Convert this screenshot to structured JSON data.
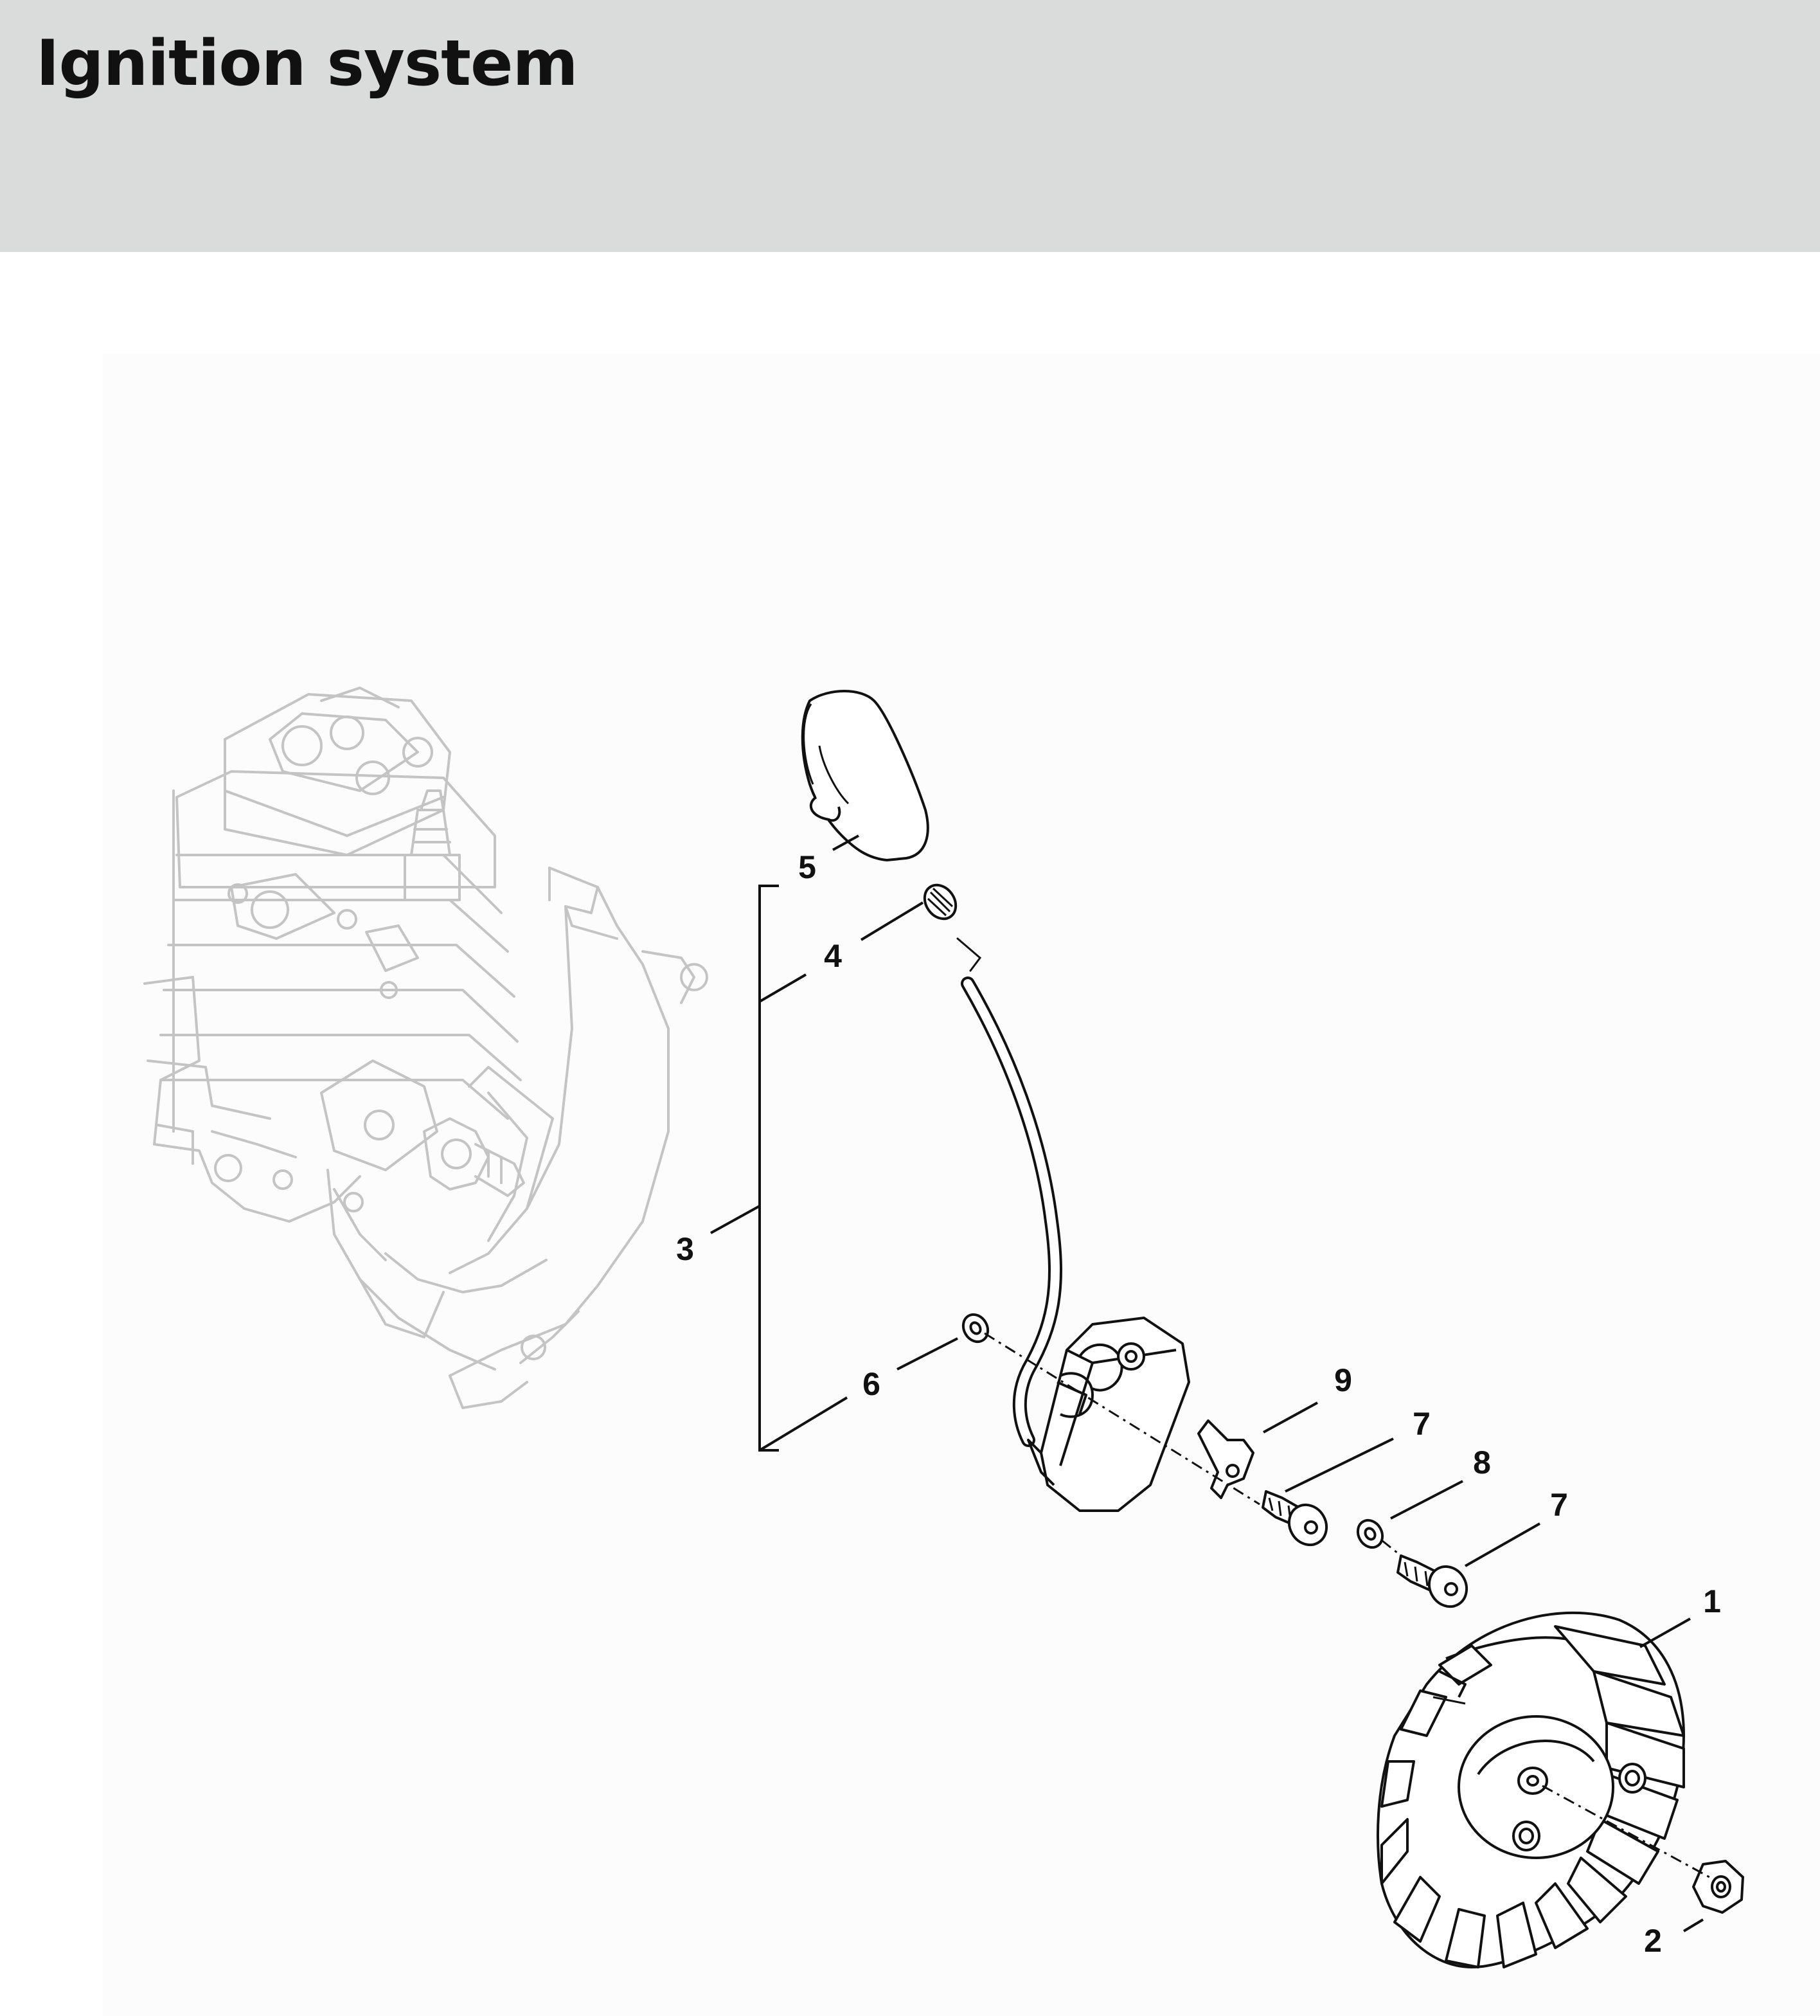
{
  "header": {
    "title": "Ignition system"
  },
  "diagram": {
    "background_color": "#fcfcfc",
    "header_color": "#dadcdb",
    "callouts": [
      {
        "id": "c1",
        "label": "1"
      },
      {
        "id": "c2",
        "label": "2"
      },
      {
        "id": "c3",
        "label": "3"
      },
      {
        "id": "c4",
        "label": "4"
      },
      {
        "id": "c5",
        "label": "5"
      },
      {
        "id": "c6",
        "label": "6"
      },
      {
        "id": "c7a",
        "label": "7"
      },
      {
        "id": "c7b",
        "label": "7"
      },
      {
        "id": "c8",
        "label": "8"
      },
      {
        "id": "c9",
        "label": "9"
      }
    ],
    "parts": [
      {
        "name": "engine-block",
        "style": "ghosted"
      },
      {
        "name": "spark-plug-boot"
      },
      {
        "name": "spring"
      },
      {
        "name": "ignition-lead"
      },
      {
        "name": "ignition-module"
      },
      {
        "name": "washer"
      },
      {
        "name": "ground-terminal"
      },
      {
        "name": "screw"
      },
      {
        "name": "washer"
      },
      {
        "name": "screw"
      },
      {
        "name": "flywheel"
      },
      {
        "name": "hex-nut"
      }
    ]
  }
}
